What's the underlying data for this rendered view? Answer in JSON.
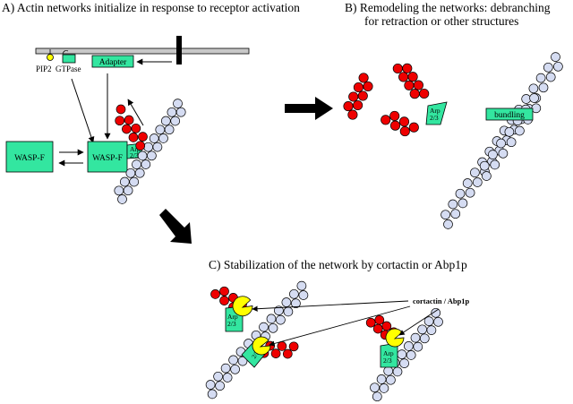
{
  "panel_a": {
    "title": "A)  Actin networks initialize in response to receptor activation",
    "pip2": "PIP2",
    "gtpase": "GTPase",
    "adapter": "Adapter",
    "wasp_left": "WASP-F",
    "wasp_mid": "WASP-F",
    "arp_line1": "Arp",
    "arp_line2": "2/3"
  },
  "panel_b": {
    "title_line1": "B)  Remodeling the networks: debranching",
    "title_line2": "for retraction or other structures",
    "arp_line1": "Arp",
    "arp_line2": "2/3",
    "bundling": "bundling"
  },
  "panel_c": {
    "title": "C)  Stabilization of the network by cortactin or Abp1p",
    "cortactin": "cortactin / Abp1p",
    "arp_line1": "Arp",
    "arp_line2": "2/3"
  },
  "colors": {
    "actin_blue": "#d5dcf2",
    "actin_red": "#ee0000",
    "green_box": "#33e6a0",
    "yellow": "#ffff00",
    "membrane": "#c8c8c8"
  }
}
